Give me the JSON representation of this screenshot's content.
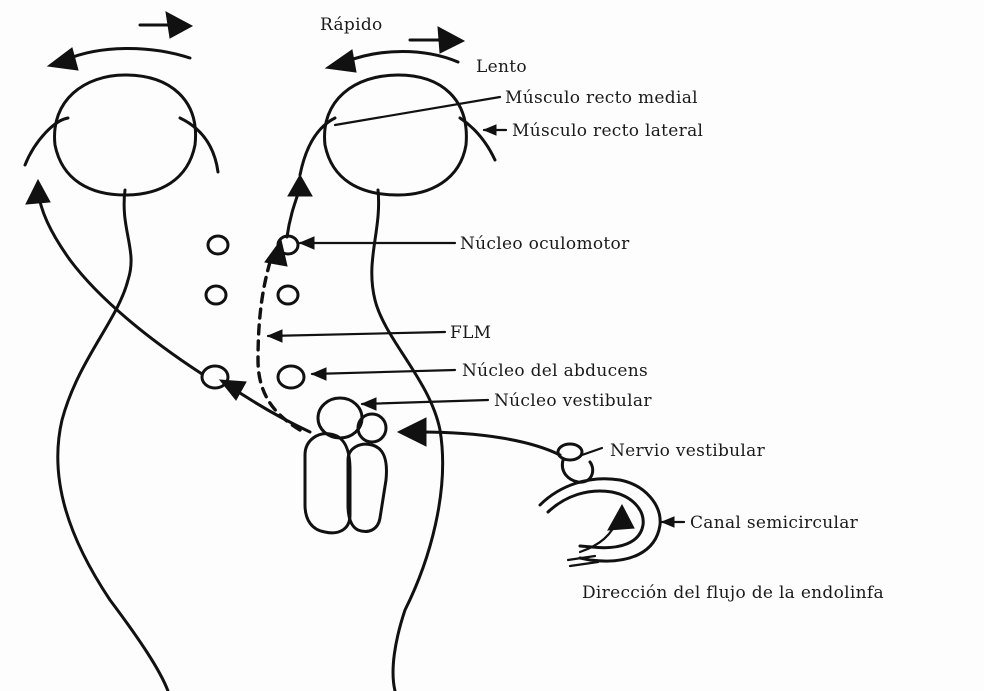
{
  "labels": {
    "rapido": "Rápido",
    "lento": "Lento",
    "musculo_recto_medial": "Músculo recto medial",
    "musculo_recto_lateral": "Músculo recto lateral",
    "nucleo_oculomotor": "Núcleo oculomotor",
    "flm": "FLM",
    "nucleo_abducens": "Núcleo del abducens",
    "nucleo_vestibular": "Núcleo vestibular",
    "nervio_vestibular": "Nervio vestibular",
    "canal_semicircular": "Canal semicircular",
    "direccion_flujo": "Dirección del flujo de la endolinfa"
  }
}
